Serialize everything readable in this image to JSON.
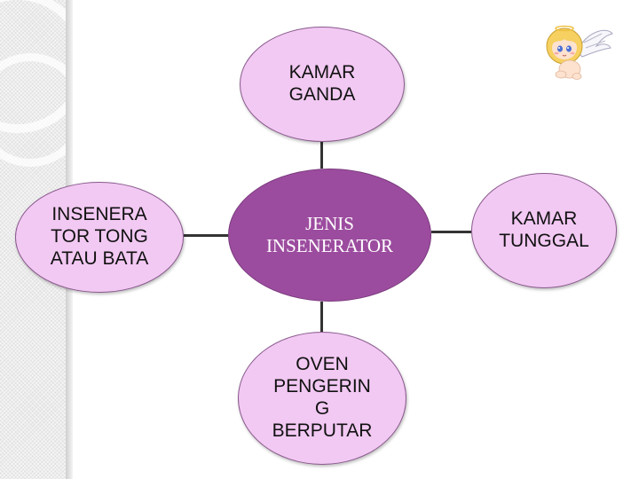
{
  "diagram": {
    "center": {
      "label": "JENIS\nINSENERATOR"
    },
    "nodes": {
      "top": "KAMAR\nGANDA",
      "left": "INSENERA\nTOR TONG\nATAU BATA",
      "right": "KAMAR\nTUNGGAL",
      "bottom": "OVEN\nPENGERIN\nG\nBERPUTAR"
    }
  },
  "colors": {
    "node_fill": "#f2c9f3",
    "center_fill": "#9c4c9f",
    "connector": "#333333"
  },
  "decorations": {
    "corner_image": "angel-cherub-icon",
    "sidebar_pattern": "gray-diagonal-texture"
  }
}
